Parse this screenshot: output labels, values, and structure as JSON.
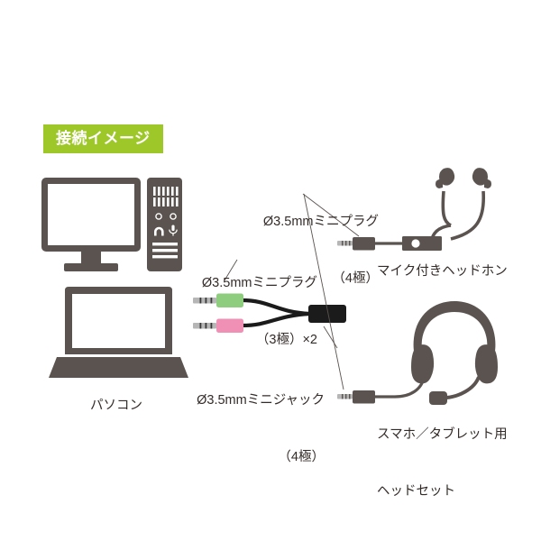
{
  "page": {
    "background_color": "#ffffff",
    "ink_color": "#5a534f",
    "text_color": "#332b28",
    "leader_line_color": "#5a534f"
  },
  "badge": {
    "label": "接続イメージ",
    "background_color": "#9ec82a",
    "text_color": "#ffffff"
  },
  "devices": {
    "desktop_pc": {
      "name": "desktop-computer-illustration",
      "tower_icons": [
        "vent-slots",
        "audio-port-circle",
        "audio-port-circle",
        "headphone-icon",
        "microphone-icon",
        "drive-bay-bars"
      ]
    },
    "laptop": {
      "name": "laptop-computer-illustration"
    },
    "pc_label": "パソコン"
  },
  "adapter": {
    "name": "audio-splitter-cable",
    "plug_green_color": "#8ecd7e",
    "plug_pink_color": "#f090b4",
    "jack_color": "#1b1b1b",
    "metal_color": "#b6b6b6"
  },
  "labels": {
    "mini_plug_3pole": {
      "line1": "Ø3.5mmミニプラグ",
      "line2": "（3極）×2"
    },
    "mini_jack_4pole": {
      "line1": "Ø3.5mmミニジャック",
      "line2": "（4極）"
    },
    "mini_plug_4pole": {
      "line1": "Ø3.5mmミニプラグ",
      "line2": "（4極）"
    }
  },
  "products": {
    "earphone": {
      "name": "earphones-with-microphone",
      "label": "マイク付きヘッドホン"
    },
    "headset": {
      "name": "smartphone-tablet-headset",
      "label_line1": "スマホ／タブレット用",
      "label_line2": "ヘッドセット"
    }
  }
}
